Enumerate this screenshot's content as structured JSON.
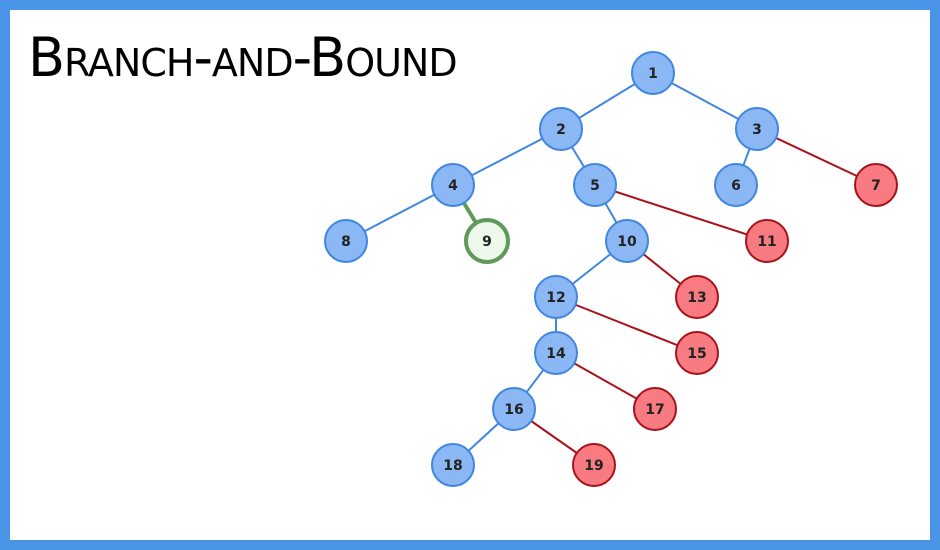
{
  "title": "Branch-and-Bound",
  "colors": {
    "frame": "#4a94e8",
    "node_fill": "#8bb8f5",
    "node_stroke": "#3f86e0",
    "edge": "#3f86e0",
    "pruned_fill": "#f77b80",
    "pruned_stroke": "#a8121a",
    "pruned_edge": "#a8121a",
    "solution_fill": "#eef8ea",
    "solution_stroke": "#5f9a5a",
    "solution_edge": "#5f9a5a"
  },
  "nodes": [
    {
      "id": "1",
      "status": "explored"
    },
    {
      "id": "2",
      "status": "explored"
    },
    {
      "id": "3",
      "status": "explored"
    },
    {
      "id": "4",
      "status": "explored"
    },
    {
      "id": "5",
      "status": "explored"
    },
    {
      "id": "6",
      "status": "explored"
    },
    {
      "id": "7",
      "status": "pruned"
    },
    {
      "id": "8",
      "status": "explored"
    },
    {
      "id": "9",
      "status": "solution"
    },
    {
      "id": "10",
      "status": "explored"
    },
    {
      "id": "11",
      "status": "pruned"
    },
    {
      "id": "12",
      "status": "explored"
    },
    {
      "id": "13",
      "status": "pruned"
    },
    {
      "id": "14",
      "status": "explored"
    },
    {
      "id": "15",
      "status": "pruned"
    },
    {
      "id": "16",
      "status": "explored"
    },
    {
      "id": "17",
      "status": "pruned"
    },
    {
      "id": "18",
      "status": "explored"
    },
    {
      "id": "19",
      "status": "pruned"
    }
  ],
  "edges": [
    [
      "1",
      "2"
    ],
    [
      "1",
      "3"
    ],
    [
      "2",
      "4"
    ],
    [
      "2",
      "5"
    ],
    [
      "3",
      "6"
    ],
    [
      "3",
      "7"
    ],
    [
      "4",
      "8"
    ],
    [
      "4",
      "9"
    ],
    [
      "5",
      "10"
    ],
    [
      "5",
      "11"
    ],
    [
      "10",
      "12"
    ],
    [
      "10",
      "13"
    ],
    [
      "12",
      "14"
    ],
    [
      "12",
      "15"
    ],
    [
      "14",
      "16"
    ],
    [
      "14",
      "17"
    ],
    [
      "16",
      "18"
    ],
    [
      "16",
      "19"
    ]
  ]
}
